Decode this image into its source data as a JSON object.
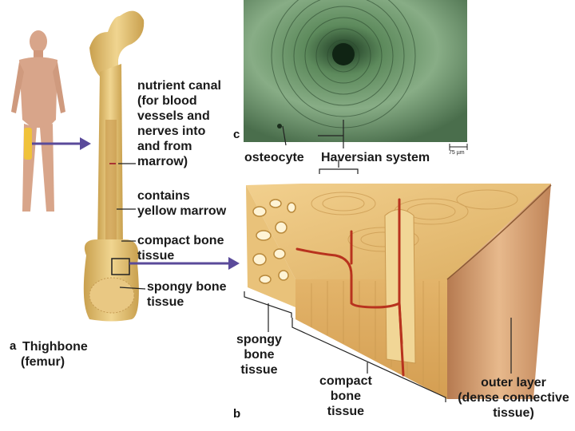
{
  "labels": {
    "nutrient_canal": "nutrient canal\n(for blood\nvessels and\nnerves into\nand from\nmarrow)",
    "yellow_marrow": "contains\nyellow marrow",
    "compact_bone_upper": "compact bone\ntissue",
    "spongy_bone_upper": "spongy bone\ntissue",
    "thighbone_title": "Thighbone",
    "thighbone_sub": "(femur)",
    "osteocyte": "osteocyte",
    "haversian": "Haversian system",
    "scale": "75 µm",
    "spongy_bone_lower": "spongy\nbone\ntissue",
    "compact_bone_lower": "compact\nbone\ntissue",
    "outer_layer": "outer layer\n(dense connective\ntissue)"
  },
  "panels": {
    "a": "a",
    "b": "b",
    "c": "c"
  },
  "colors": {
    "bone": "#e8c77a",
    "bone_dark": "#c9a04e",
    "marrow_red": "#b8321e",
    "micrograph": "#7fa07a",
    "arrow": "#5a4a9a",
    "skin": "#d8a58a"
  }
}
